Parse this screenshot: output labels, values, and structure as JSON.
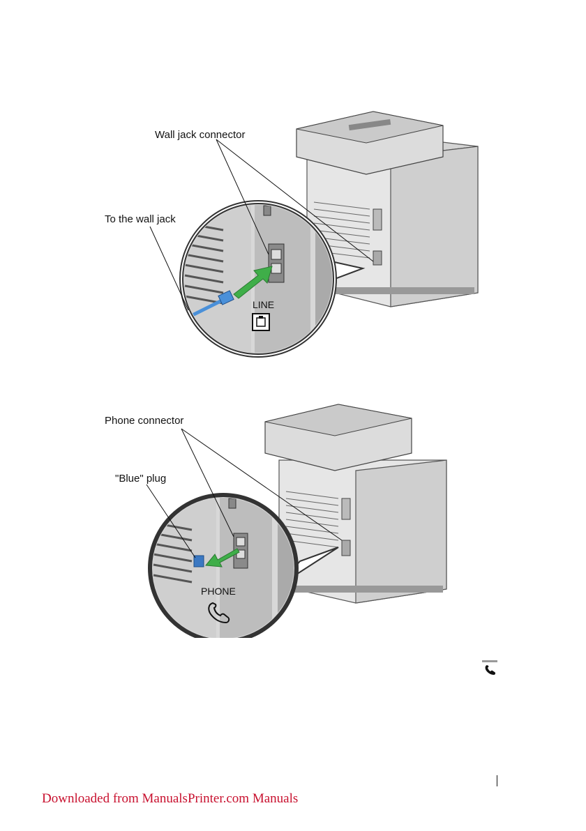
{
  "figure1": {
    "callout_connector": "Wall jack connector",
    "callout_cable": "To the wall jack",
    "port_label": "LINE"
  },
  "figure2": {
    "callout_connector": "Phone connector",
    "callout_plug": "\"Blue\" plug",
    "port_label": "PHONE"
  },
  "footer": {
    "link_text": "Downloaded from ManualsPrinter.com Manuals"
  },
  "colors": {
    "arrow": "#3fae49",
    "cable": "#4a90d9",
    "plug": "#3b78c2",
    "footer_link": "#c8102e"
  },
  "icons": [
    "phone-icon",
    "line-jack-icon",
    "insert-arrow-icon"
  ]
}
